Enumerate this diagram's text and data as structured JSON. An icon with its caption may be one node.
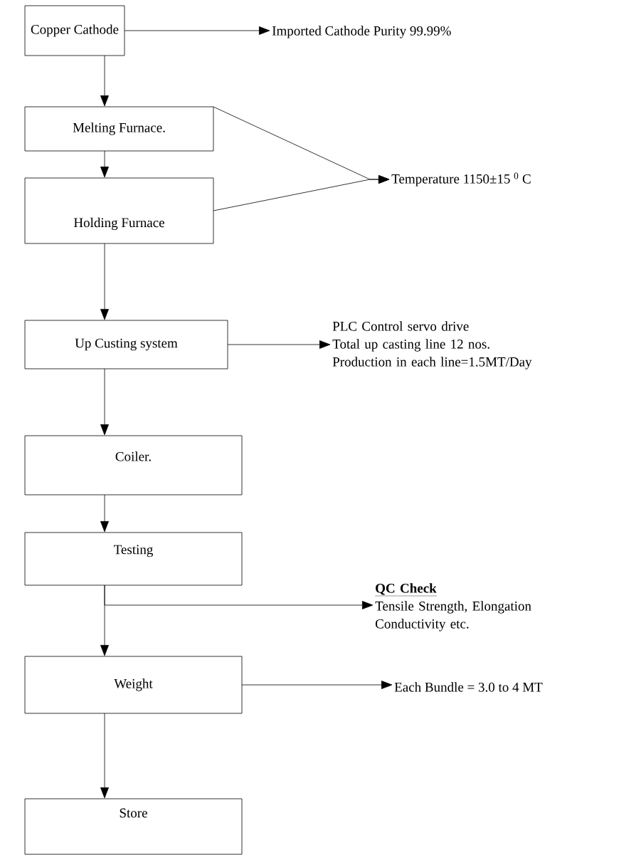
{
  "diagram": {
    "nodes": [
      {
        "text": [
          "Copper Cathode"
        ]
      },
      {
        "text": [
          "Imported Cathode Purity 99.99%"
        ]
      },
      {
        "text": [
          "Melting Furnace."
        ]
      },
      {
        "text": [
          "Temperature 1150±15 $^{0}$ C"
        ]
      },
      {
        "text": [
          "Holding Furnace"
        ]
      },
      {
        "text": [
          "Up Custing system"
        ]
      },
      {
        "text": [
          "PLC Control servo drive",
          "Total up casting line 12 nos.",
          "Production in each line=1.5MT/Day"
        ]
      },
      {
        "text": [
          "Coiler."
        ]
      },
      {
        "text": [
          "Testing"
        ]
      },
      {
        "text": [
          "QC Check",
          "Tensile Strength, Elongation Conductivity etc."
        ]
      },
      {
        "text": [
          "Weight"
        ]
      },
      {
        "text": [
          "Each Bundle = 3.0 to 4 MT"
        ]
      },
      {
        "text": [
          "Store"
        ]
      }
    ],
    "edges": [
      {
        "from": 0,
        "to": 1,
        "arrow": "to"
      },
      {
        "from": 0,
        "to": 2,
        "arrow": "to"
      },
      {
        "from": 2,
        "to": 4,
        "arrow": "to"
      },
      {
        "from": 2,
        "to": 3,
        "arrow": "to"
      },
      {
        "from": 4,
        "to": 3,
        "arrow": "to"
      },
      {
        "from": 4,
        "to": 5,
        "arrow": "to"
      },
      {
        "from": 5,
        "to": 6,
        "arrow": "to"
      },
      {
        "from": 5,
        "to": 7,
        "arrow": "to"
      },
      {
        "from": 7,
        "to": 8,
        "arrow": "to"
      },
      {
        "from": 8,
        "to": 9,
        "arrow": "to"
      },
      {
        "from": 8,
        "to": 10,
        "arrow": "to"
      },
      {
        "from": 10,
        "to": 11,
        "arrow": "to"
      },
      {
        "from": 10,
        "to": 12,
        "arrow": "to"
      }
    ]
  }
}
